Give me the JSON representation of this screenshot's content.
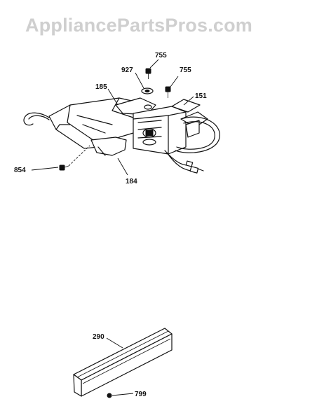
{
  "watermark": "AppliancePartsPros.com",
  "parts": {
    "p755a": "755",
    "p755b": "755",
    "p927": "927",
    "p185": "185",
    "p151": "151",
    "p854": "854",
    "p184": "184",
    "p290": "290",
    "p799": "799"
  }
}
